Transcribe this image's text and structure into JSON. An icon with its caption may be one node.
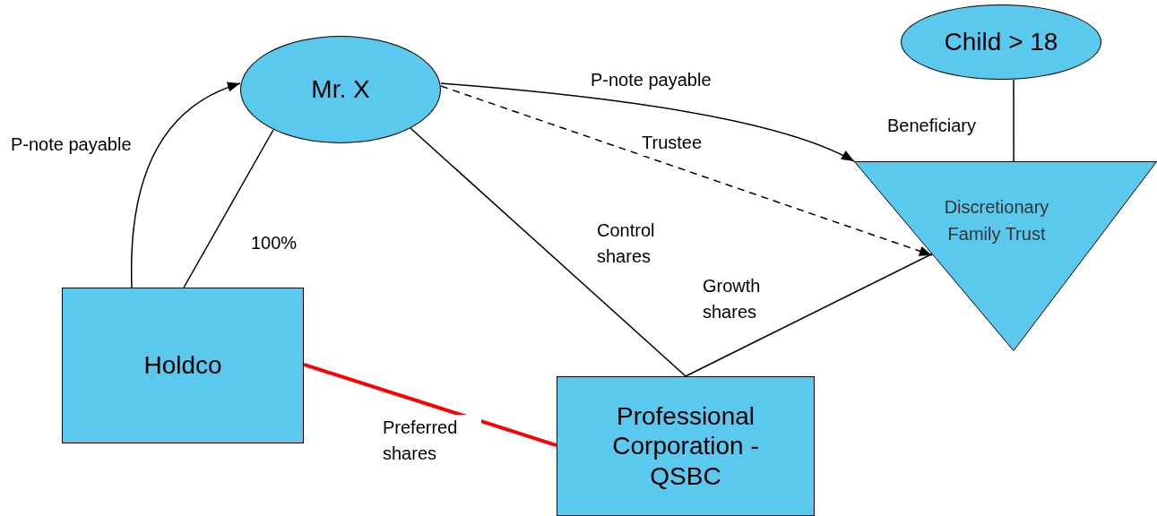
{
  "diagram": {
    "nodes": [
      {
        "text": [
          "Mr. X"
        ]
      },
      {
        "text": [
          "Child > 18"
        ]
      },
      {
        "text": [
          "Discretionary Family Trust"
        ]
      },
      {
        "text": [
          "Holdco"
        ]
      },
      {
        "text": [
          "Professional Corporation - QSBC"
        ]
      }
    ],
    "edges": [
      {
        "from": 3,
        "to": 0,
        "arrow": "to",
        "label": "P-note payable"
      },
      {
        "from": 3,
        "to": 0,
        "arrow": "none",
        "label": "100%"
      },
      {
        "from": 0,
        "to": 2,
        "arrow": "to",
        "label": "P-note payable"
      },
      {
        "from": 0,
        "to": 2,
        "arrow": "to",
        "label": "Trustee",
        "style": "dashed"
      },
      {
        "from": 1,
        "to": 2,
        "arrow": "none",
        "label": "Beneficiary"
      },
      {
        "from": 0,
        "to": 4,
        "arrow": "none",
        "label": "Control shares"
      },
      {
        "from": 2,
        "to": 4,
        "arrow": "none",
        "label": "Growth shares"
      },
      {
        "from": 3,
        "to": 4,
        "arrow": "none",
        "label": "Preferred shares",
        "style": "thick",
        "color": "#ff0000"
      }
    ]
  }
}
